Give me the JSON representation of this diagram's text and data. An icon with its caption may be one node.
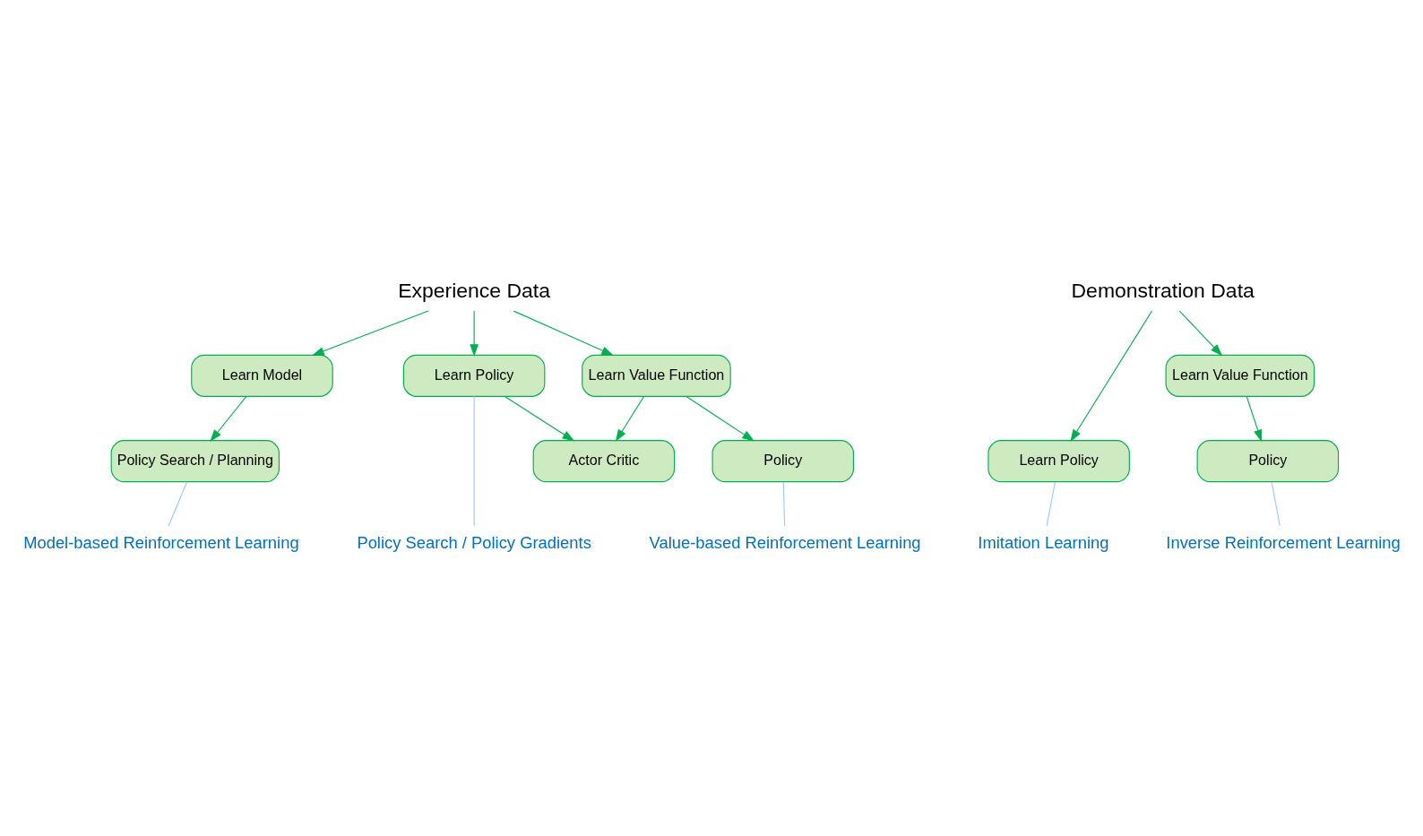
{
  "diagram": {
    "nodes": [
      {
        "text": [
          "Experience Data"
        ]
      },
      {
        "text": [
          "Learn Model"
        ]
      },
      {
        "text": [
          "Learn Policy"
        ]
      },
      {
        "text": [
          "Learn Value Function"
        ]
      },
      {
        "text": [
          "Policy Search / Planning"
        ]
      },
      {
        "text": [
          "Actor Critic"
        ]
      },
      {
        "text": [
          "Policy"
        ]
      },
      {
        "text": [
          "Demonstration Data"
        ]
      },
      {
        "text": [
          "Learn Policy"
        ]
      },
      {
        "text": [
          "Learn Value Function"
        ]
      },
      {
        "text": [
          "Policy"
        ]
      },
      {
        "text": [
          "Model-based Reinforcement Learning"
        ]
      },
      {
        "text": [
          "Policy Search / Policy Gradients"
        ]
      },
      {
        "text": [
          "Value-based Reinforcement Learning"
        ]
      },
      {
        "text": [
          "Imitation Learning"
        ]
      },
      {
        "text": [
          "Inverse Reinforcement Learning"
        ]
      }
    ],
    "edges": [
      {
        "from": 0,
        "to": 1,
        "arrow": "to"
      },
      {
        "from": 0,
        "to": 2,
        "arrow": "to"
      },
      {
        "from": 0,
        "to": 3,
        "arrow": "to"
      },
      {
        "from": 1,
        "to": 4,
        "arrow": "to"
      },
      {
        "from": 2,
        "to": 5,
        "arrow": "to"
      },
      {
        "from": 3,
        "to": 5,
        "arrow": "to"
      },
      {
        "from": 3,
        "to": 6,
        "arrow": "to"
      },
      {
        "from": 7,
        "to": 8,
        "arrow": "to"
      },
      {
        "from": 7,
        "to": 9,
        "arrow": "to"
      },
      {
        "from": 9,
        "to": 10,
        "arrow": "to"
      },
      {
        "from": 4,
        "to": 11,
        "arrow": "none",
        "color": "#99ccff"
      },
      {
        "from": 2,
        "to": 12,
        "arrow": "none",
        "color": "#99ccff"
      },
      {
        "from": 6,
        "to": 13,
        "arrow": "none",
        "color": "#99ccff"
      },
      {
        "from": 8,
        "to": 14,
        "arrow": "none",
        "color": "#99ccff"
      },
      {
        "from": 10,
        "to": 15,
        "arrow": "none",
        "color": "#99ccff"
      }
    ]
  }
}
